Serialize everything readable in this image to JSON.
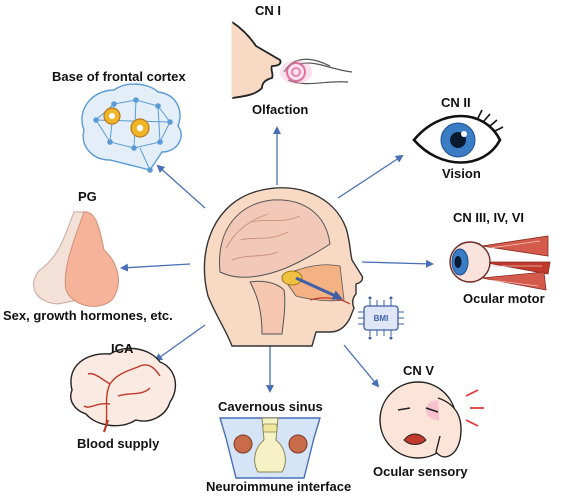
{
  "labels": {
    "cn1": "CN I",
    "olfaction": "Olfaction",
    "base_frontal": "Base of frontal cortex",
    "cn2": "CN II",
    "vision": "Vision",
    "cn3": "CN III, IV, VI",
    "ocular_motor": "Ocular motor",
    "pg": "PG",
    "sex_growth": "Sex, growth hormones, etc.",
    "bmi": "BMI",
    "ica": "ICA",
    "blood_supply": "Blood supply",
    "cavernous": "Cavernous sinus",
    "neuroimmune": "Neuroimmune interface",
    "cn5": "CN V",
    "ocular_sensory": "Ocular sensory"
  },
  "colors": {
    "arrow": "#4a6fb5",
    "skin": "#f7d9c4",
    "brain": "#f2c9b8",
    "bone": "#f4b183",
    "iris": "#3b7dc4",
    "muscle": "#c0392b",
    "network": "#5b9bd5",
    "gear": "#f0b429"
  }
}
